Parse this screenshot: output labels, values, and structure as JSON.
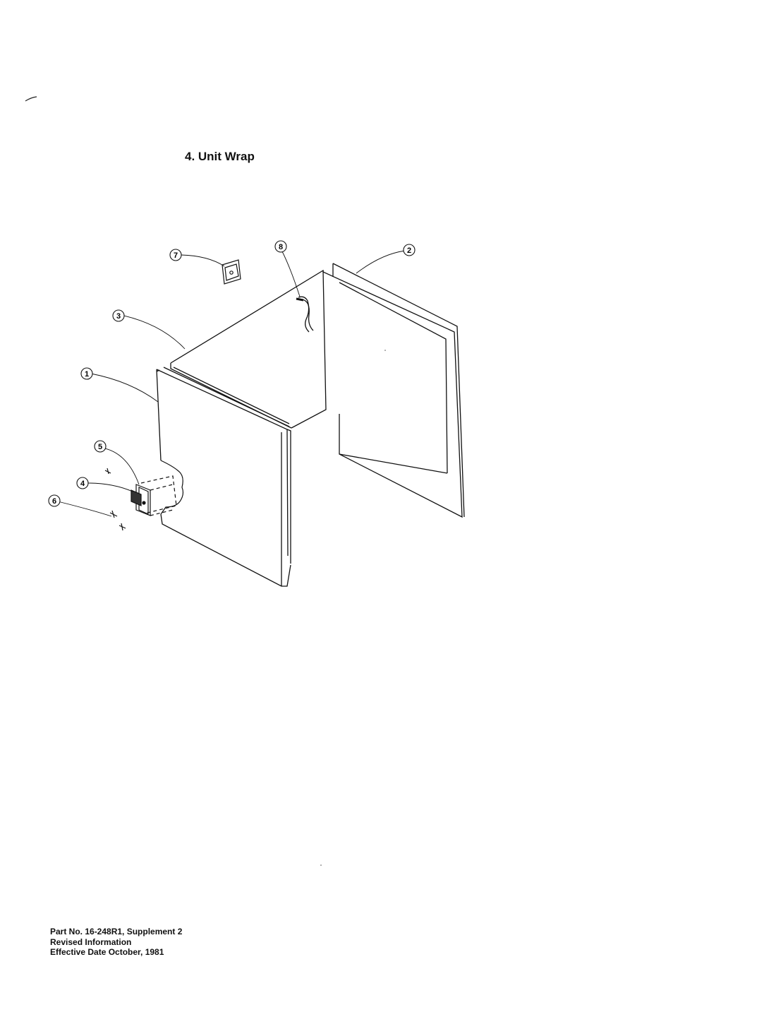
{
  "page": {
    "title": "4. Unit Wrap",
    "footer": [
      "Part No. 16-248R1, Supplement 2",
      "Revised Information",
      "Effective Date October, 1981"
    ]
  },
  "callouts": [
    "1",
    "2",
    "3",
    "4",
    "5",
    "6",
    "7",
    "8"
  ]
}
